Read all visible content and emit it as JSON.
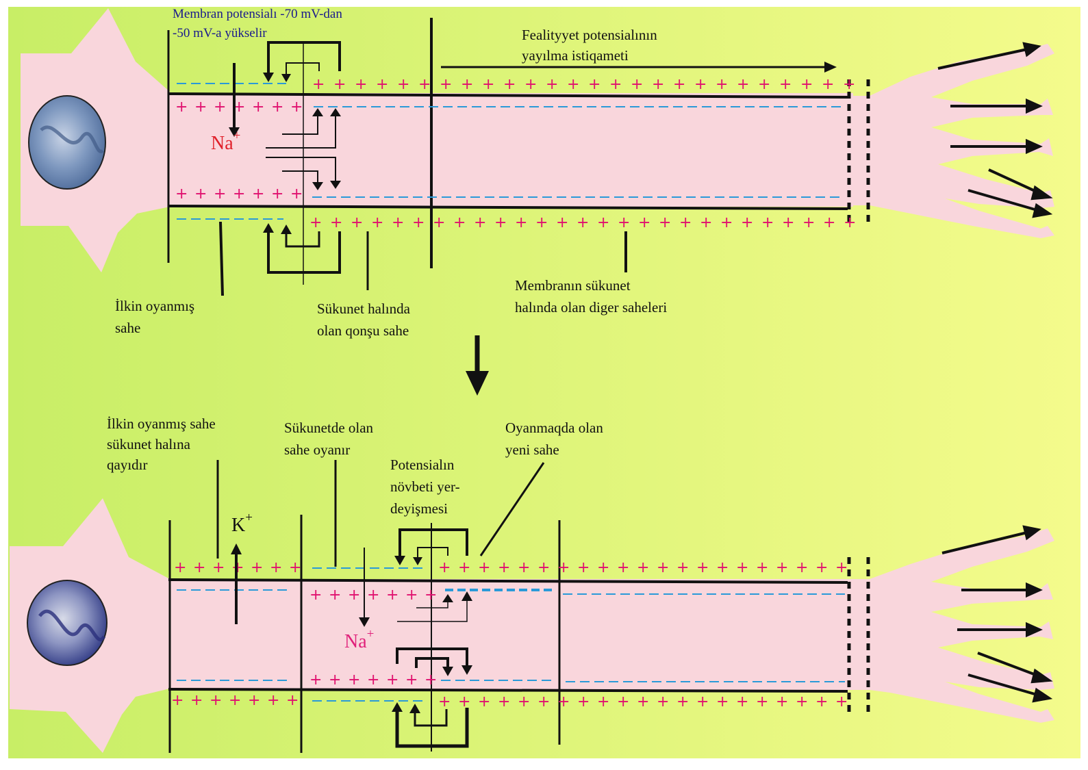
{
  "colors": {
    "background_left": "#c8ee66",
    "background_right": "#f4fb8c",
    "cell_body": "#f9d6dc",
    "nucleus_a": "#6f8fb3",
    "nucleus_b": "#2f3f8a",
    "plus_sign": "#e0106e",
    "minus_sign": "#2a9ad8",
    "line": "#111111",
    "ion_red": "#e0202a",
    "ion_magenta": "#e0207a"
  },
  "top_panel": {
    "membrane_note": {
      "line1": "Membran potensialı -70 mV-dan",
      "line2": "-50 mV-a yükselir"
    },
    "direction_label": {
      "line1": "Fealityyet potensialının",
      "line2": "yayılma istiqameti"
    },
    "ion": {
      "symbol": "Na",
      "charge": "+"
    },
    "initial_site": {
      "line1": "İlkin oyanmış",
      "line2": "sahe"
    },
    "neighbor_rest": {
      "line1": "Sükunet halında",
      "line2": "olan qonşu sahe"
    },
    "other_rest": {
      "line1": "Membranın sükunet",
      "line2": "halında olan diger saheleri"
    }
  },
  "bottom_panel": {
    "returning": {
      "line1": "İlkin oyanmış sahe",
      "line2": "sükunet halına",
      "line3": "qayıdır"
    },
    "being_excited": {
      "line1": "Sükunetde olan",
      "line2": "sahe oyanır"
    },
    "shift": {
      "line1": "Potensialın",
      "line2": "növbeti yer-",
      "line3": "deyişmesi"
    },
    "new_site": {
      "line1": "Oyanmaqda olan",
      "line2": "yeni sahe"
    },
    "ion_k": {
      "symbol": "K",
      "charge": "+"
    },
    "ion_na": {
      "symbol": "Na",
      "charge": "+"
    }
  },
  "icons": {
    "transition": "down-arrow-icon",
    "nucleus": "nucleus-icon",
    "terminals": "axon-terminal-icon"
  }
}
